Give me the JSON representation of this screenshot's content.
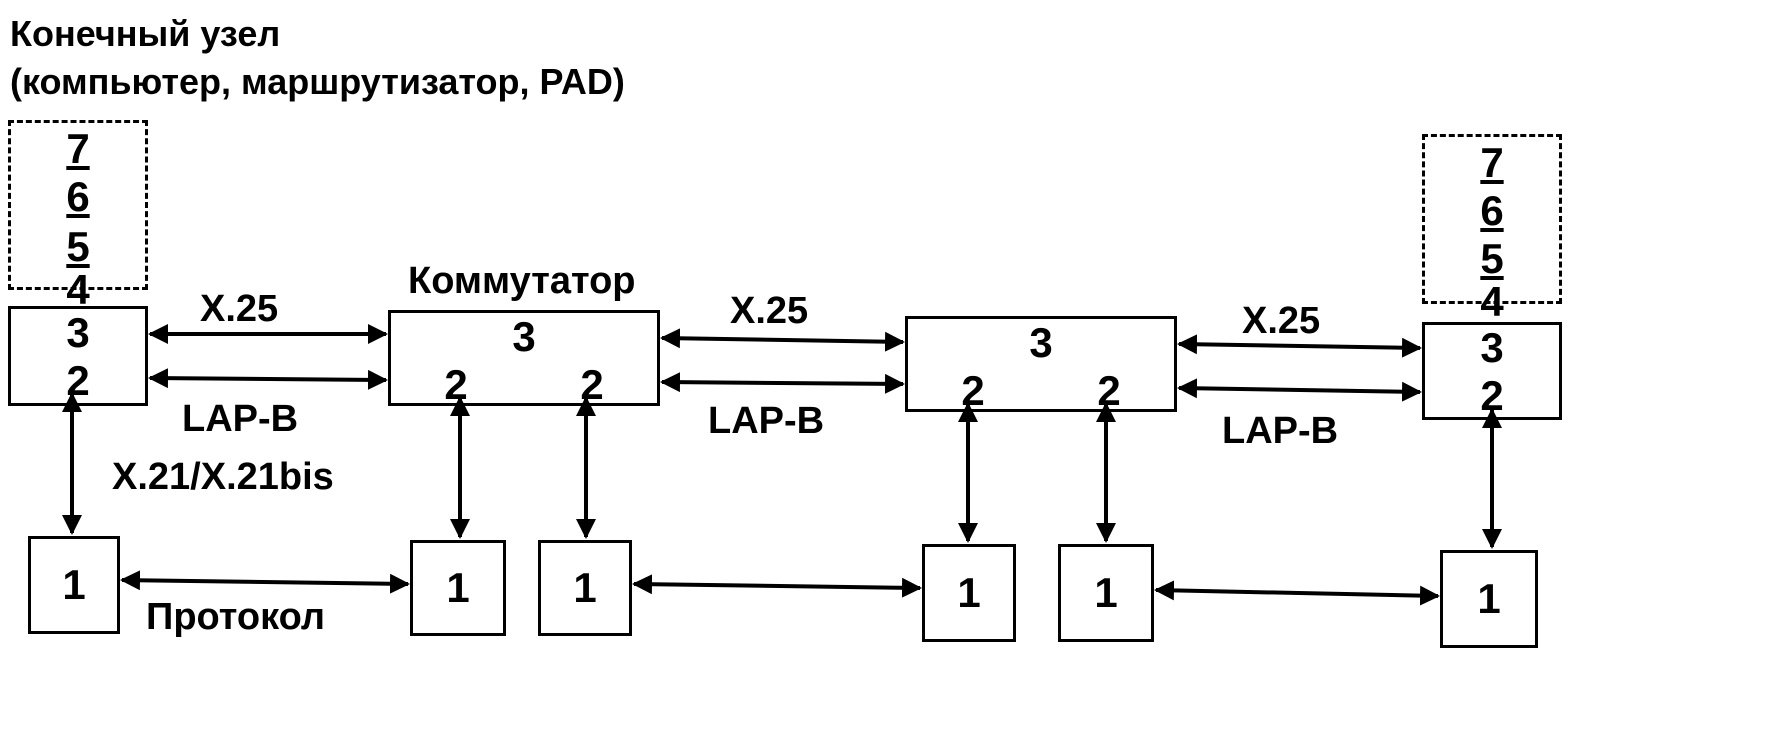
{
  "title": {
    "line1": "Конечный узел",
    "line2": "(компьютер, маршрутизатор, PAD)"
  },
  "switch_label": "Коммутатор",
  "labels": {
    "x25_a": "X.25",
    "x25_b": "X.25",
    "x25_c": "X.25",
    "lapb_a": "LAP-B",
    "lapb_b": "LAP-B",
    "lapb_c": "LAP-B",
    "x21": "X.21/X.21bis",
    "protocol": "Протокол"
  },
  "left_node": {
    "layers_dashed": [
      "7",
      "6",
      "5"
    ],
    "layer4": "4",
    "layer3": "3",
    "layer2": "2"
  },
  "right_node": {
    "layers_dashed": [
      "7",
      "6",
      "5"
    ],
    "layer4": "4",
    "layer3": "3",
    "layer2": "2"
  },
  "switch1": {
    "layer3": "3",
    "layer2_left": "2",
    "layer2_right": "2"
  },
  "switch2": {
    "layer3": "3",
    "layer2_left": "2",
    "layer2_right": "2"
  },
  "physical": [
    "1",
    "1",
    "1",
    "1",
    "1",
    "1"
  ]
}
